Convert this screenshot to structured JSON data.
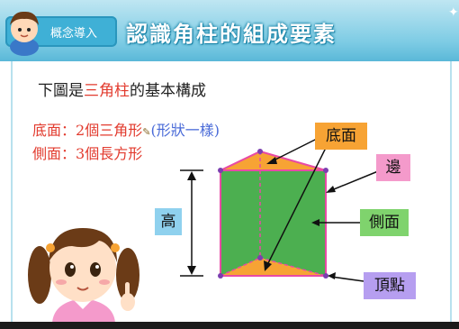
{
  "header": {
    "concept_tab": "概念導入",
    "title": "認識角柱的組成要素"
  },
  "intro": {
    "prefix": "下圖是",
    "highlight": "三角柱",
    "suffix": "的基本構成"
  },
  "line_base": {
    "label": "底面：",
    "count": "2",
    "unit": "個",
    "shape": "三角形",
    "note": "(形狀一樣)"
  },
  "line_side": {
    "label": "側面：",
    "count": "3",
    "unit": "個",
    "shape": "長方形"
  },
  "labels": {
    "height": "高",
    "base": "底面",
    "edge": "邊",
    "side": "側面",
    "vertex": "頂點"
  },
  "colors": {
    "base_fill": "#f7a334",
    "side_fill": "#4caf50",
    "edge_stroke": "#e84aa5",
    "vertex": "#7b3fb0",
    "highlight_red": "#e23b2e",
    "note_blue": "#4a6bd8"
  }
}
